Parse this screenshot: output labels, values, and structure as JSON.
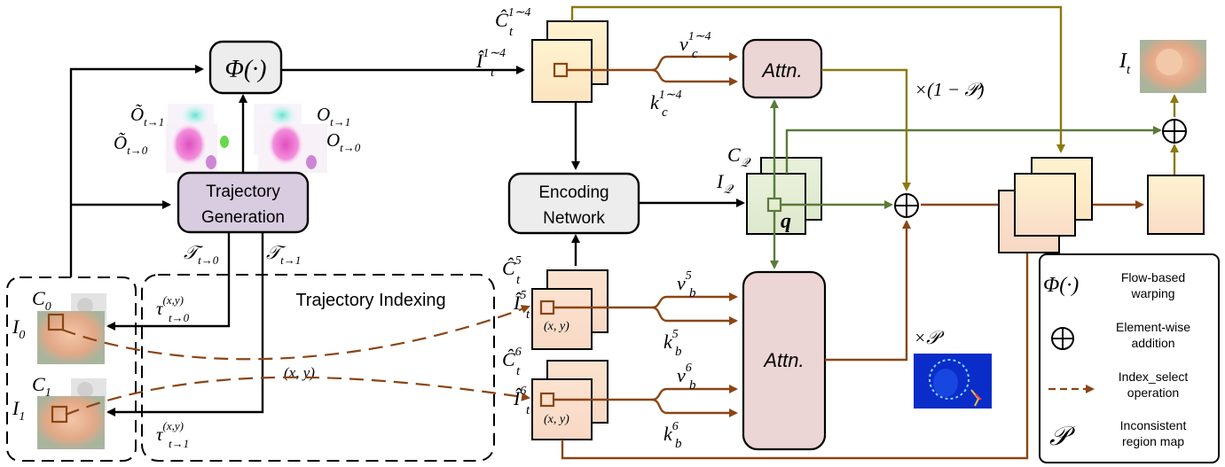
{
  "labels": {
    "phi": "Φ(·)",
    "trajectory_generation_line1": "Trajectory",
    "trajectory_generation_line2": "Generation",
    "encoding_network_line1": "Encoding",
    "encoding_network_line2": "Network",
    "attn": "Attn.",
    "trajectory_indexing": "Trajectory Indexing",
    "times_one_minus_p": "×(1 − 𝒫)",
    "times_p": "×𝒫",
    "xy": "(x, y)",
    "q": "q"
  },
  "symbols": {
    "I_t": "I",
    "I_t_sub": "t",
    "C0": "C",
    "C0_sub": "0",
    "I0": "I",
    "I0_sub": "0",
    "C1": "C",
    "C1_sub": "1",
    "I1": "I",
    "I1_sub": "1",
    "C_Q": "C",
    "I_Q": "I",
    "Q_sub": "𝒬",
    "hat_I": "Î",
    "hat_C": "Ĉ",
    "t": "t",
    "sup_1_4": "1∼4",
    "sup_5": "5",
    "sup_6": "6",
    "v": "v",
    "k": "k",
    "c": "c",
    "b": "b",
    "O_tilde_t1": "Õ",
    "O_tilde_sub_t1": "t→1",
    "O_tilde_t0": "Õ",
    "O_tilde_sub_t0": "t→0",
    "O_t1": "O",
    "O_sub_t1": "t→1",
    "O_t0": "O",
    "O_sub_t0": "t→0",
    "T": "𝒯",
    "T_sub_t0": "t→0",
    "T_sub_t1": "t→1",
    "tau": "τ",
    "tau_sup": "(x,y)",
    "tau_sub_t0": "t→0",
    "tau_sub_t1": "t→1"
  },
  "legend": {
    "phi_symbol": "Φ(·)",
    "phi_text_line1": "Flow-based",
    "phi_text_line2": "warping",
    "oplus_text_line1": "Element-wise",
    "oplus_text_line2": "addition",
    "dashed_text_line1": "Index_select",
    "dashed_text_line2": "operation",
    "p_symbol": "𝒫",
    "p_text_line1": "Inconsistent",
    "p_text_line2": "region map"
  },
  "colors": {
    "brown": "#8B4513",
    "olive": "#8B7A12",
    "green": "#5B7A3A",
    "traj_box": "#D8CCE0",
    "enc_box": "#EDEDED",
    "attn_box": "#ECD5D5",
    "phi_box": "#EDEDED"
  }
}
